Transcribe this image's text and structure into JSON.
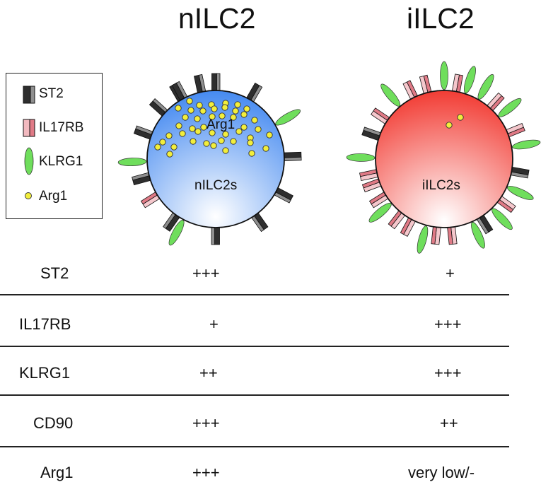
{
  "titles": {
    "n": "nILC2",
    "i": "iILC2"
  },
  "legend": {
    "items": [
      {
        "label": "ST2",
        "icon": "st2-receptor-icon"
      },
      {
        "label": "IL17RB",
        "icon": "il17rb-receptor-icon"
      },
      {
        "label": "KLRG1",
        "icon": "klrg1-receptor-icon"
      },
      {
        "label": "Arg1",
        "icon": "arg1-granule-icon"
      }
    ]
  },
  "cells": {
    "n": {
      "name": "nILC2s",
      "granule_label": "Arg1",
      "gradient": [
        "#3f86f0",
        "#ffffff"
      ]
    },
    "i": {
      "name": "iILC2s",
      "gradient": [
        "#f23c34",
        "#ffffff"
      ]
    }
  },
  "colors": {
    "st2": "#4a4a4a",
    "il17rb": "#e07a86",
    "klrg1": "#5fd64f",
    "arg1": "#f2ee3c"
  },
  "table": {
    "columns": [
      "nILC2",
      "iILC2"
    ],
    "rows": [
      {
        "marker": "ST2",
        "n": "+++",
        "i": "+"
      },
      {
        "marker": "IL17RB",
        "n": "+",
        "i": "+++"
      },
      {
        "marker": "KLRG1",
        "n": "++",
        "i": "+++"
      },
      {
        "marker": "CD90",
        "n": "+++",
        "i": "++"
      },
      {
        "marker": "Arg1",
        "n": "+++",
        "i": "very low/-"
      }
    ]
  }
}
